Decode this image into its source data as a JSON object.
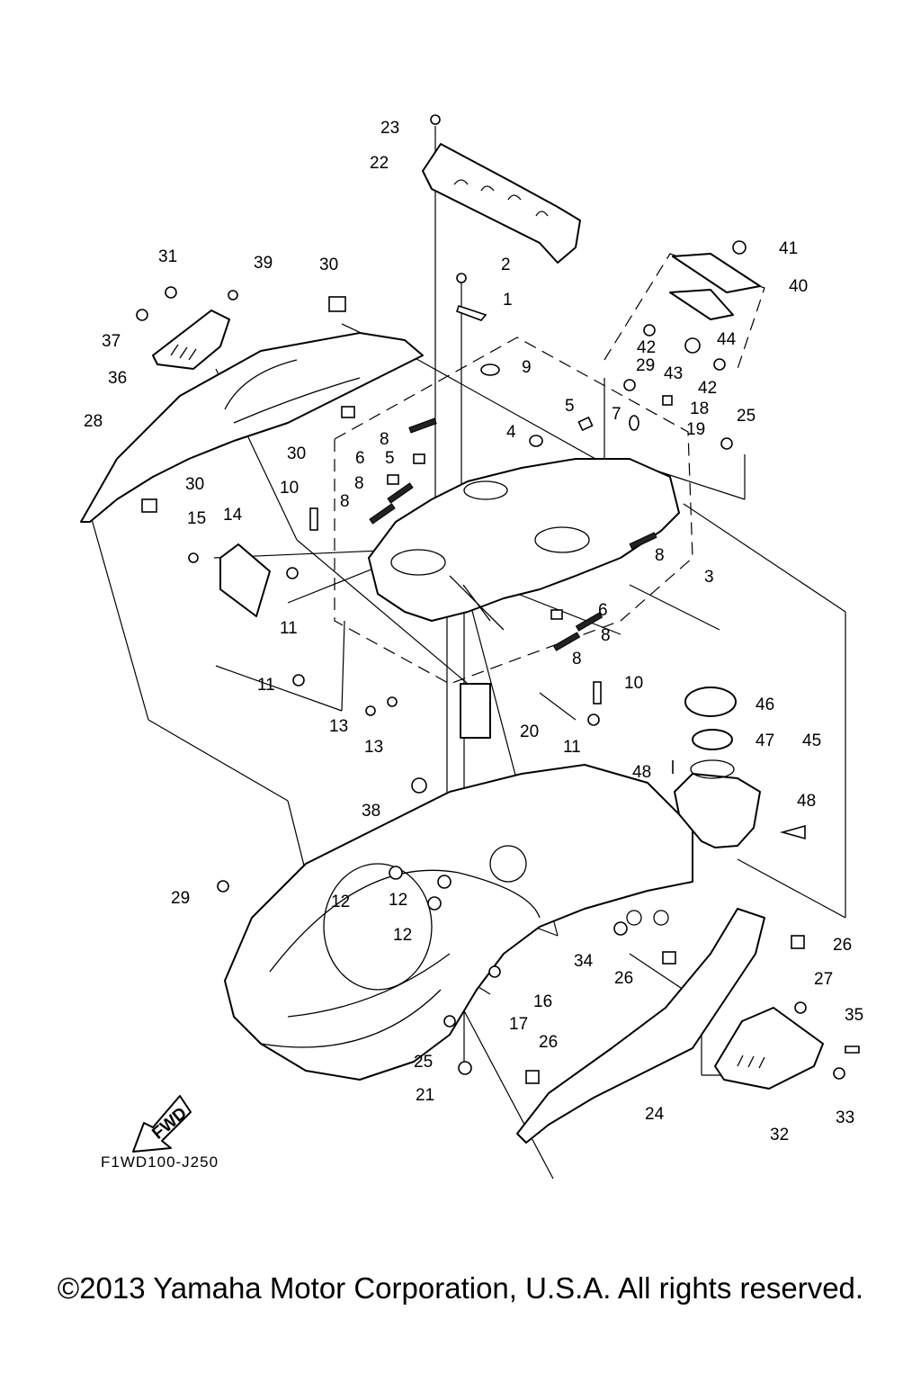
{
  "drawing_code": "F1WD100-J250",
  "fwd_label": "FWD",
  "copyright": "©2013 Yamaha Motor Corporation, U.S.A. All rights reserved.",
  "callouts": {
    "c1": "1",
    "c2": "2",
    "c3": "3",
    "c4": "4",
    "c5a": "5",
    "c5b": "5",
    "c6a": "6",
    "c6b": "6",
    "c7": "7",
    "c8a": "8",
    "c8b": "8",
    "c8c": "8",
    "c8d": "8",
    "c8e": "8",
    "c8f": "8",
    "c9": "9",
    "c10a": "10",
    "c10b": "10",
    "c11a": "11",
    "c11b": "11",
    "c11c": "11",
    "c12a": "12",
    "c12b": "12",
    "c12c": "12",
    "c13a": "13",
    "c13b": "13",
    "c14": "14",
    "c15": "15",
    "c16": "16",
    "c17": "17",
    "c18": "18",
    "c19": "19",
    "c20": "20",
    "c21": "21",
    "c22": "22",
    "c23": "23",
    "c24": "24",
    "c25a": "25",
    "c25b": "25",
    "c26a": "26",
    "c26b": "26",
    "c26c": "26",
    "c27": "27",
    "c28": "28",
    "c29a": "29",
    "c29b": "29",
    "c30a": "30",
    "c30b": "30",
    "c30c": "30",
    "c31": "31",
    "c32": "32",
    "c33": "33",
    "c34": "34",
    "c35": "35",
    "c36": "36",
    "c37": "37",
    "c38": "38",
    "c39": "39",
    "c40": "40",
    "c41": "41",
    "c42a": "42",
    "c42b": "42",
    "c43": "43",
    "c44": "44",
    "c45": "45",
    "c46": "46",
    "c47": "47",
    "c48a": "48",
    "c48b": "48"
  }
}
